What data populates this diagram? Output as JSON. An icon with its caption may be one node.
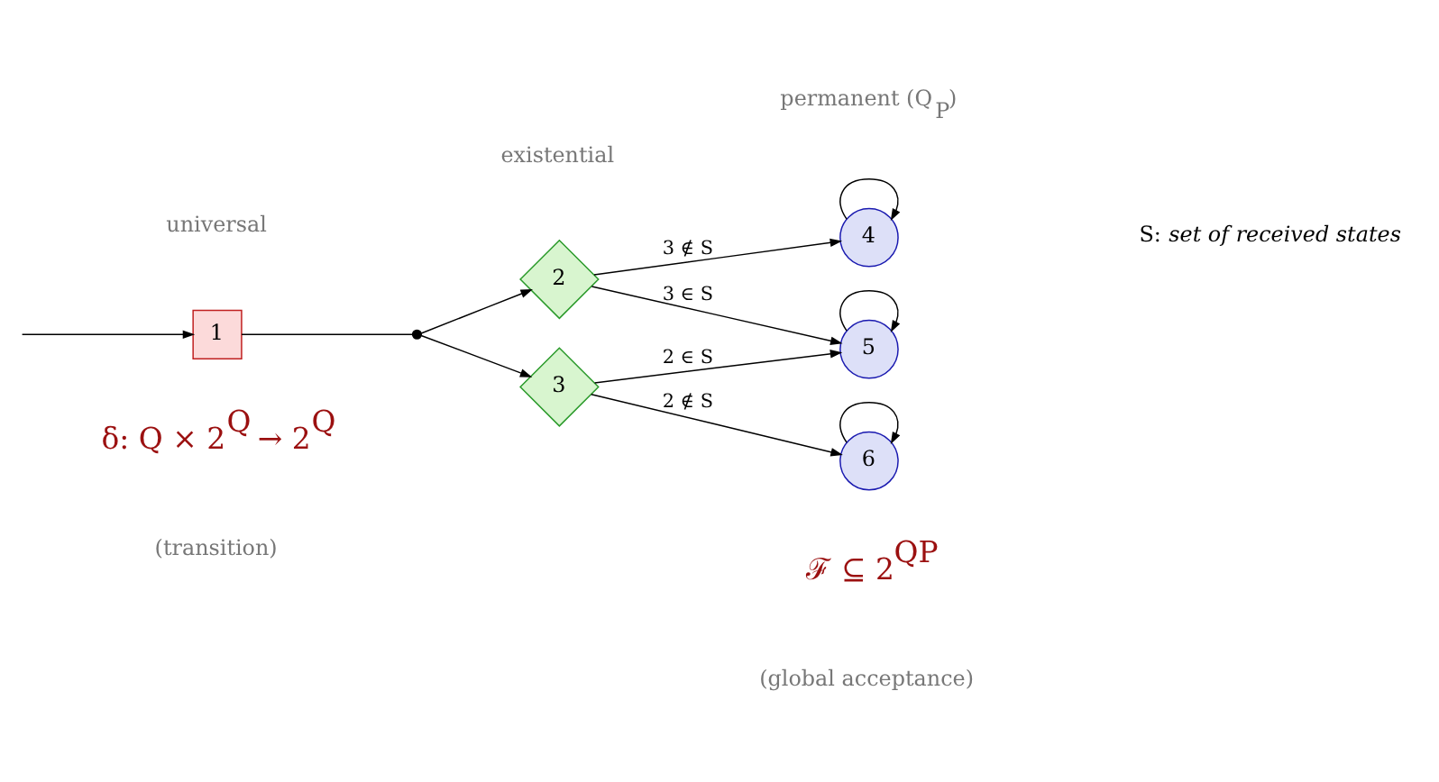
{
  "diagram": {
    "nodes": [
      {
        "text": [
          "1"
        ]
      },
      {
        "text": [],
        "shape": "circle"
      },
      {
        "text": [
          "2"
        ]
      },
      {
        "text": [
          "3"
        ]
      },
      {
        "text": [
          "4"
        ]
      },
      {
        "text": [
          "5"
        ]
      },
      {
        "text": [
          "6"
        ]
      }
    ],
    "edges": [
      {
        "from": null,
        "to": 0,
        "arrow": "to"
      },
      {
        "from": 0,
        "to": 1,
        "arrow": "none"
      },
      {
        "from": 1,
        "to": 2,
        "arrow": "to"
      },
      {
        "from": 1,
        "to": 3,
        "arrow": "to"
      },
      {
        "from": 2,
        "to": 4,
        "arrow": "to",
        "label": "3 ∉ S"
      },
      {
        "from": 2,
        "to": 5,
        "arrow": "to",
        "label": "3 ∈ S"
      },
      {
        "from": 3,
        "to": 5,
        "arrow": "to",
        "label": "2 ∈ S"
      },
      {
        "from": 3,
        "to": 6,
        "arrow": "to",
        "label": "2 ∉ S"
      },
      {
        "from": 4,
        "to": 4,
        "arrow": "to"
      },
      {
        "from": 5,
        "to": 5,
        "arrow": "to"
      },
      {
        "from": 6,
        "to": 6,
        "arrow": "to"
      }
    ],
    "labels": [
      "universal",
      "existential",
      "permanent (Q$_{P}$)",
      "S: *set of received states*",
      "δ: Q × 2$^{Q}$ → 2$^{Q}$",
      "ℱ ⊆ 2$^{QP}$",
      "(transition)",
      "(global acceptance)"
    ]
  }
}
